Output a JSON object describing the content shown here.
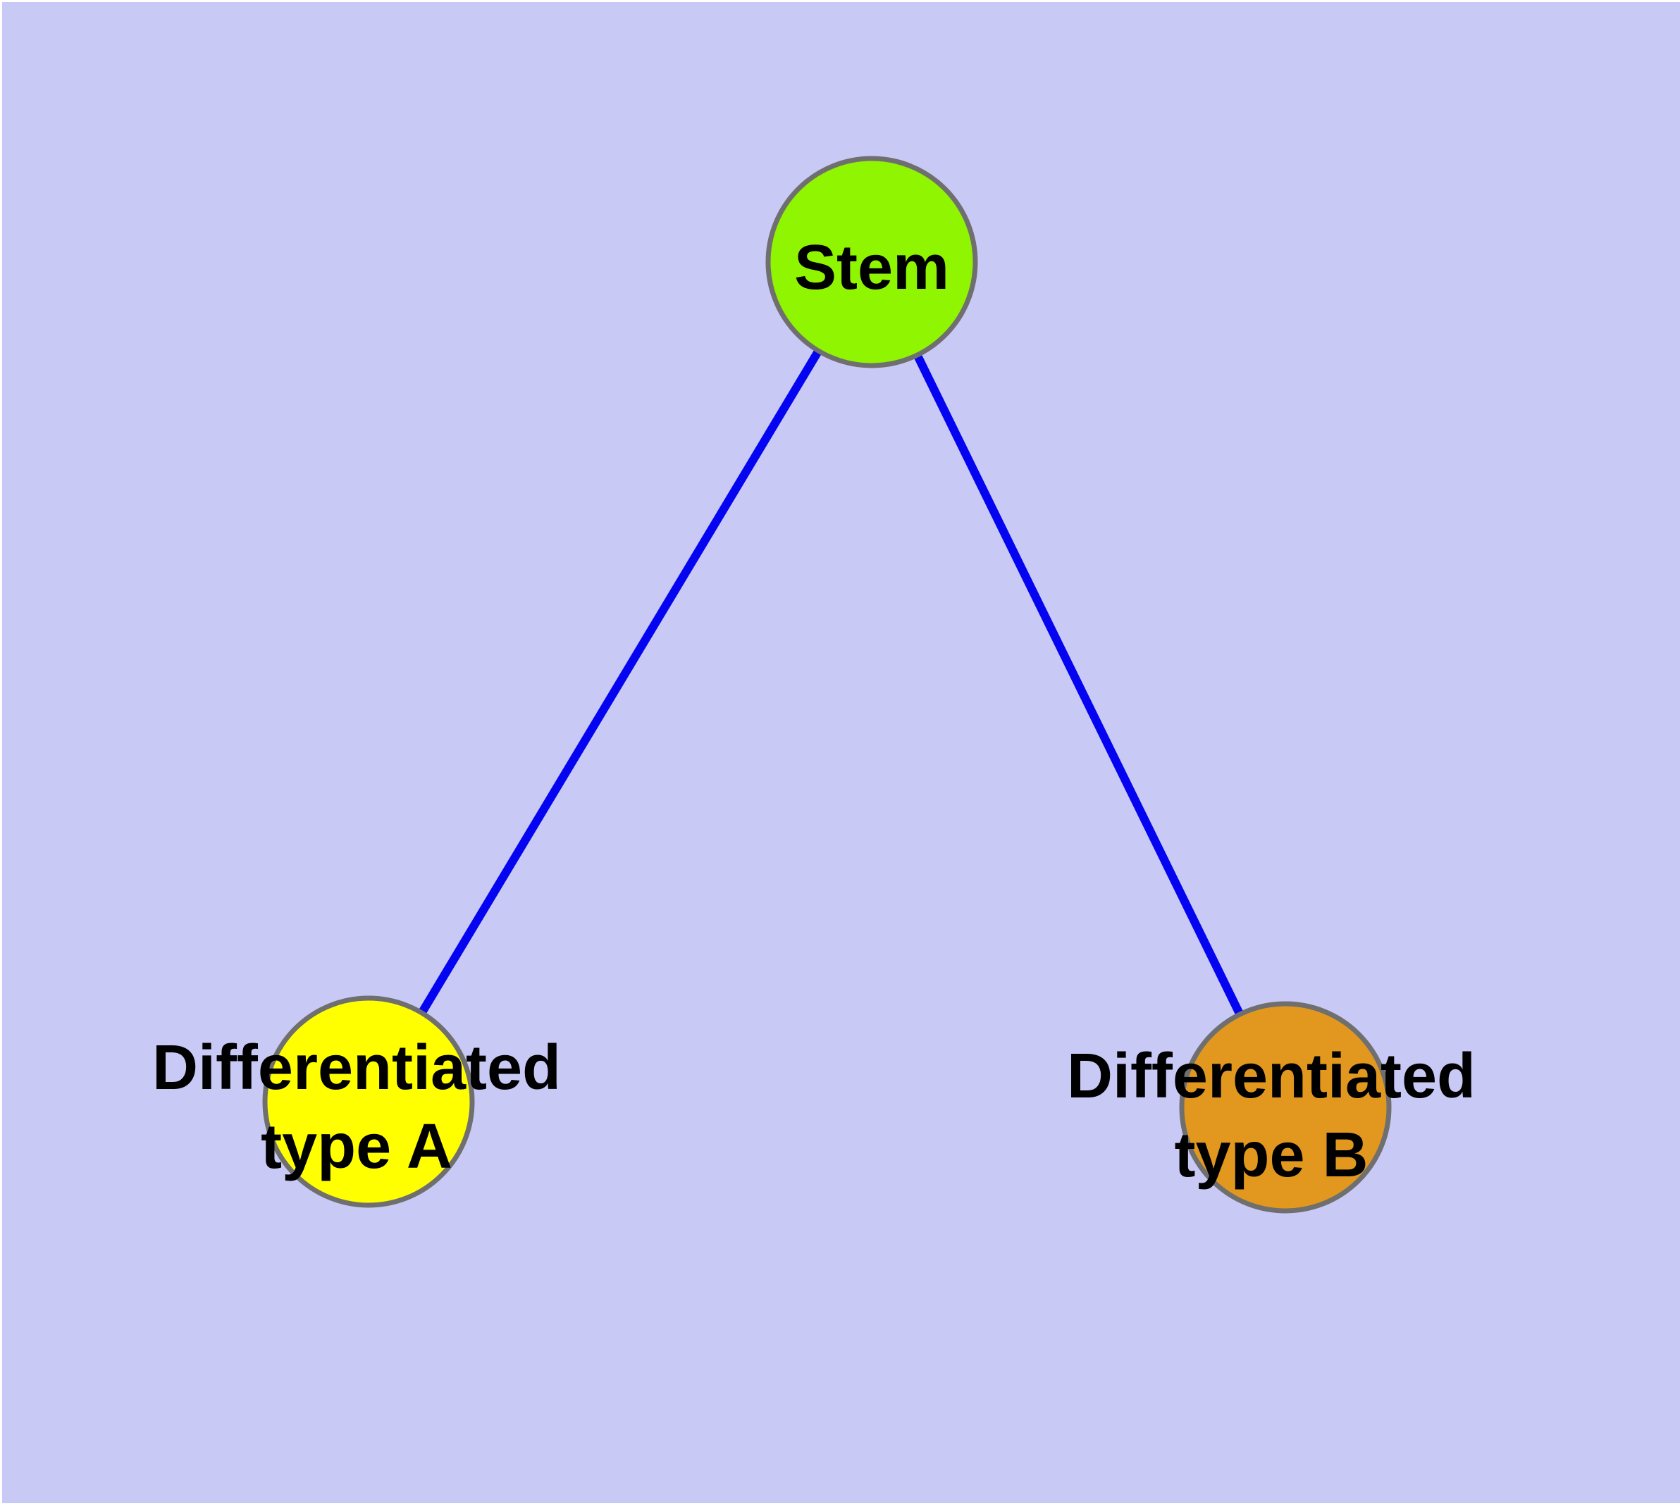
{
  "diagram": {
    "background_color": "#C9C9F6",
    "page_margin_color": "#FFFFFF",
    "node_border_color": "#6F6F6F",
    "label_color": "#000000",
    "edge_color": "#0404F0",
    "nodes": [
      {
        "id": "stem",
        "label": "Stem",
        "fill": "#8FF500"
      },
      {
        "id": "type-a",
        "label": "Differentiated type A",
        "line1": "Differentiated",
        "line2": "type A",
        "fill": "#FFFF00"
      },
      {
        "id": "type-b",
        "label": "Differentiated type B",
        "line1": "Differentiated",
        "line2": "type B",
        "fill": "#E2981F"
      }
    ],
    "edges": [
      {
        "from": "Stem",
        "to": "Differentiated type A"
      },
      {
        "from": "Stem",
        "to": "Differentiated type B"
      }
    ]
  }
}
